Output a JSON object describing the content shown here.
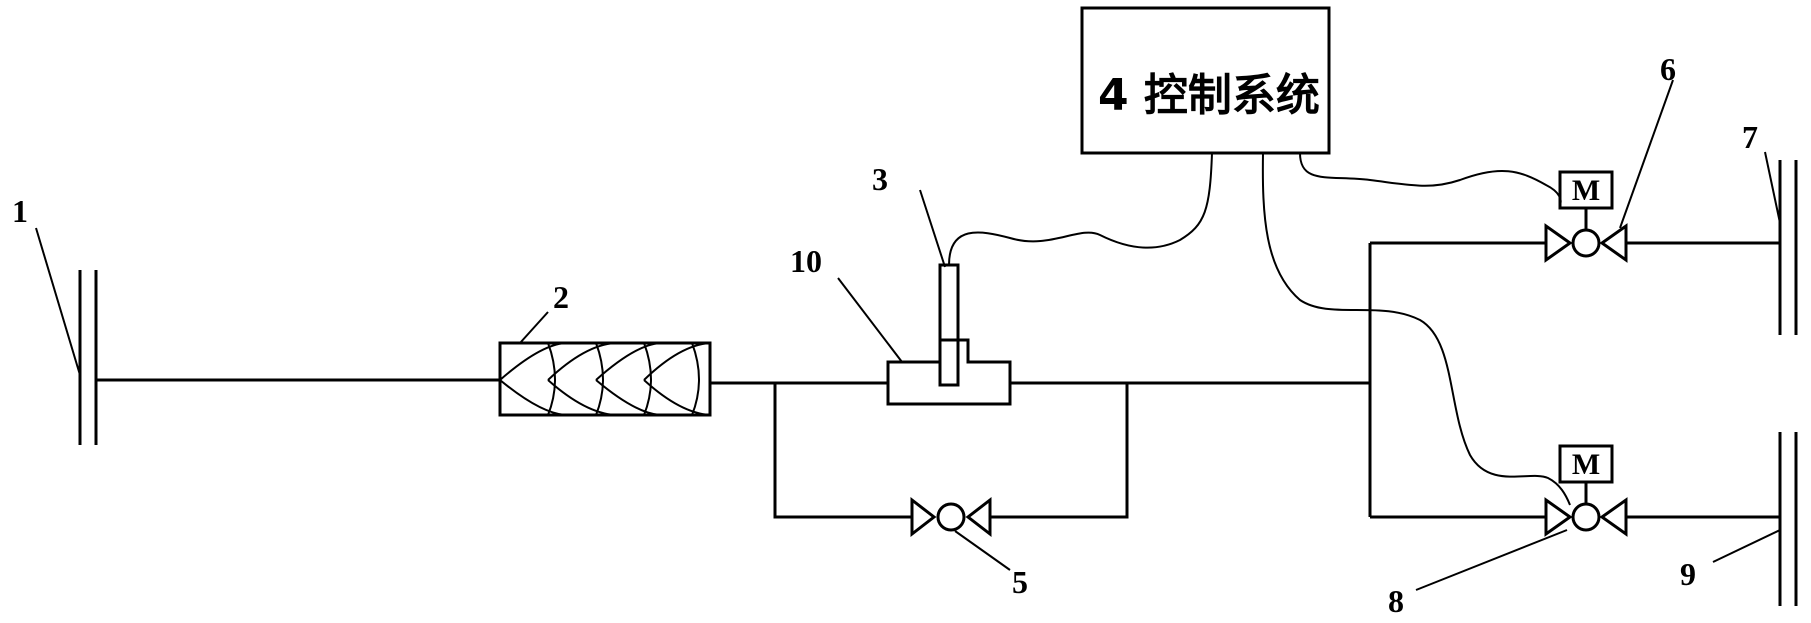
{
  "diagram": {
    "control_system_label": "4 控制系统",
    "motor_label": "M",
    "labels": {
      "n1": "1",
      "n2": "2",
      "n3": "3",
      "n5": "5",
      "n6": "6",
      "n7": "7",
      "n8": "8",
      "n9": "9",
      "n10": "10"
    },
    "colors": {
      "stroke": "#000000",
      "background": "#ffffff"
    }
  }
}
